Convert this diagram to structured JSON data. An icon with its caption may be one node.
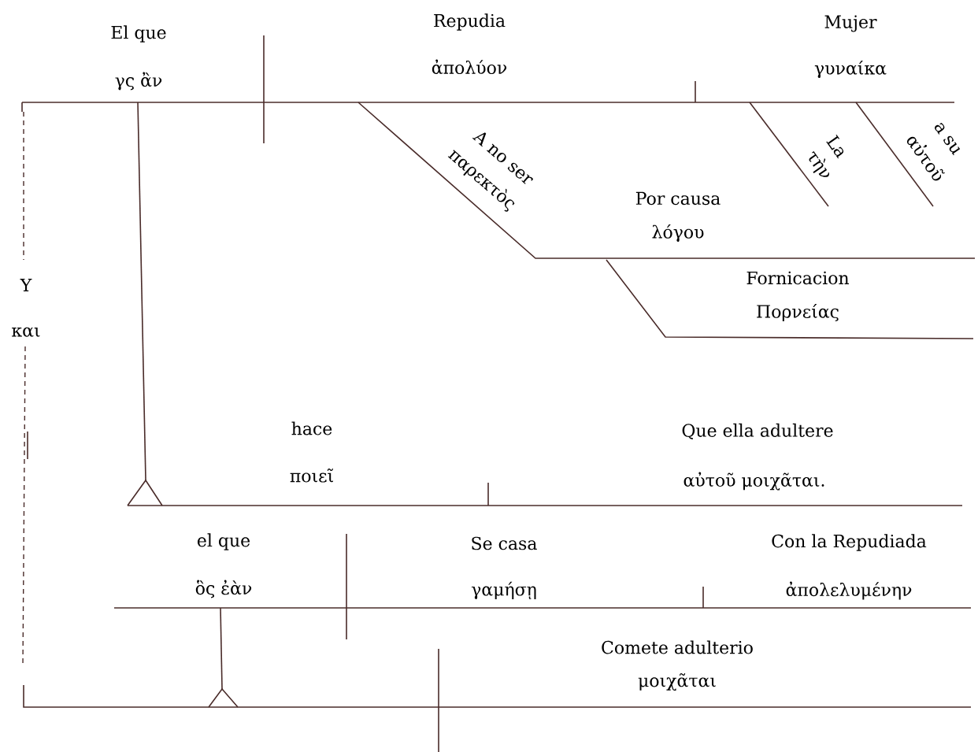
{
  "diagram": {
    "labels": [
      "El que",
      "γς ἂν",
      "Repudia",
      "ἀπολύον",
      "Mujer",
      "γυναίκα",
      "A no ser",
      "παρεκτὸς",
      "La",
      "τὴν",
      "a su",
      "αὐτοῦ",
      "Por causa",
      "λόγου",
      "Y",
      "και",
      "Fornicacion",
      "Πορνείας",
      "hace",
      "ποιεῖ",
      "Que  ella adultere",
      "αὐτοῦ μοιχᾶται.",
      "el que",
      "ὃς ἐὰν",
      "Se casa",
      "γαμήσῃ",
      "Con la Repudiada",
      "ἀπολελυμένην",
      "Comete adulterio",
      "μοιχᾶται"
    ]
  }
}
